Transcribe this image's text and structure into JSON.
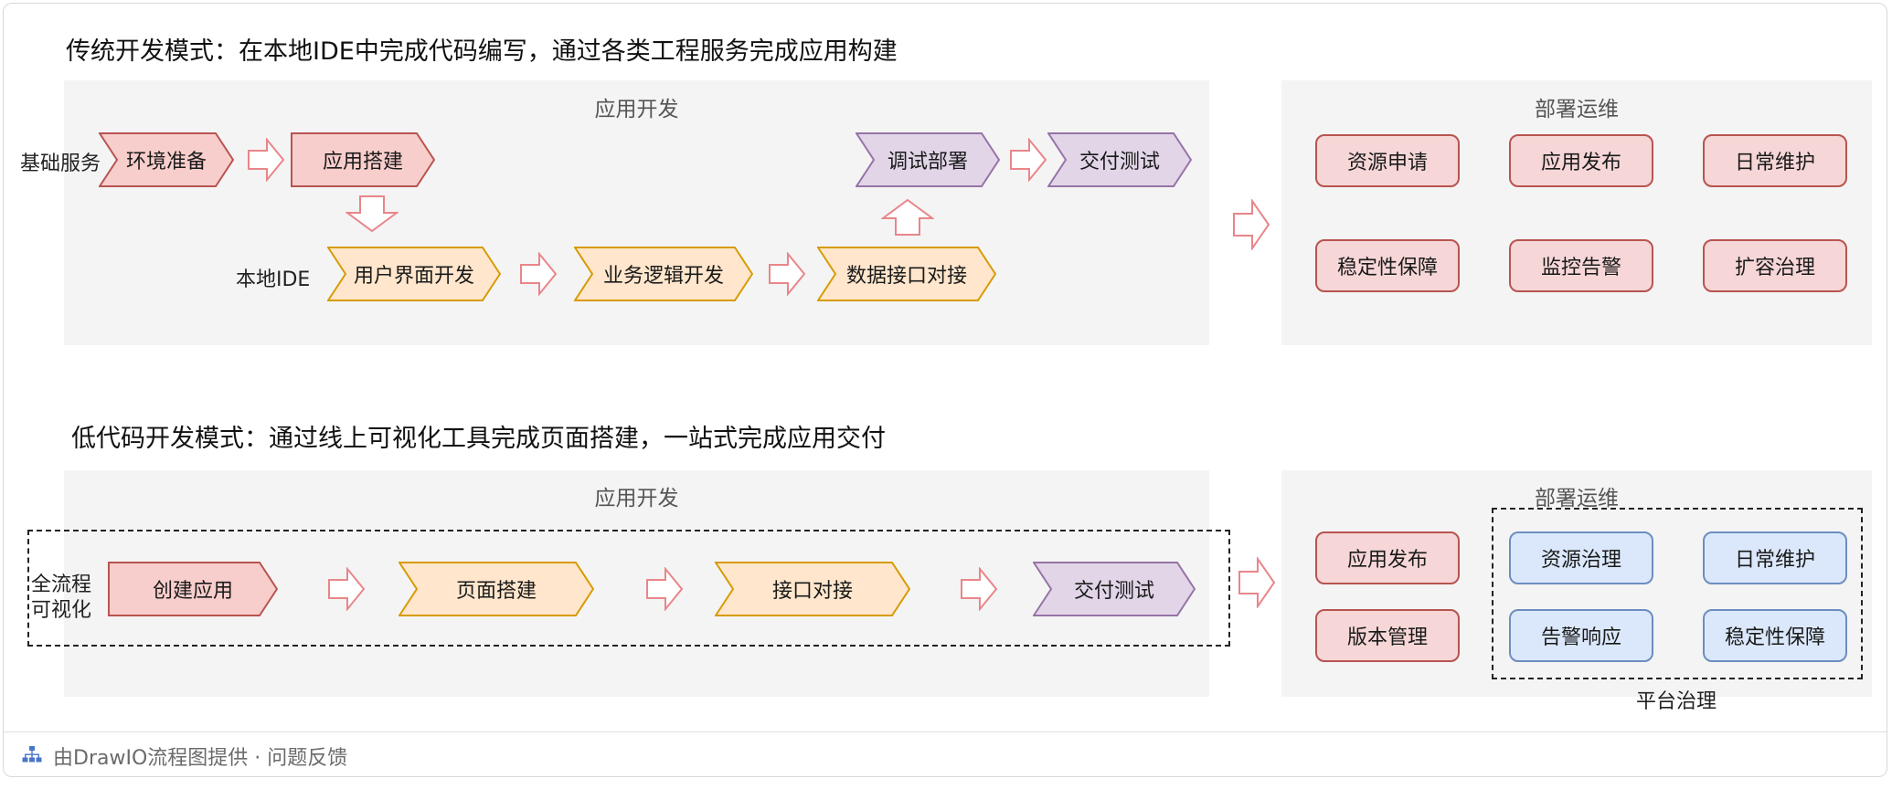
{
  "top": {
    "heading": "传统开发模式：在本地IDE中完成代码编写，通过各类工程服务完成应用构建",
    "dev_title": "应用开发",
    "ops_title": "部署运维",
    "base_label": "基础服务",
    "ide_label": "本地IDE",
    "env_prep": "环境准备",
    "app_build": "应用搭建",
    "debug_deploy": "调试部署",
    "delivery_test": "交付测试",
    "ui_dev": "用户界面开发",
    "logic_dev": "业务逻辑开发",
    "data_api": "数据接口对接",
    "ops": [
      "资源申请",
      "应用发布",
      "日常维护",
      "稳定性保障",
      "监控告警",
      "扩容治理"
    ]
  },
  "bottom": {
    "heading": "低代码开发模式：通过线上可视化工具完成页面搭建，一站式完成应用交付",
    "dev_title": "应用开发",
    "ops_title": "部署运维",
    "fullflow_label_1": "全流程",
    "fullflow_label_2": "可视化",
    "create_app": "创建应用",
    "page_build": "页面搭建",
    "api_connect": "接口对接",
    "delivery_test": "交付测试",
    "ops_left": [
      "应用发布",
      "版本管理"
    ],
    "platform": [
      "资源治理",
      "日常维护",
      "告警响应",
      "稳定性保障"
    ],
    "platform_label": "平台治理"
  },
  "footer": {
    "text": "由DrawIO流程图提供 · 问题反馈",
    "icon": "sitemap-icon"
  },
  "colors": {
    "red_fill": "#f8cecc",
    "red_stroke": "#b85450",
    "yellow_fill": "#ffe6cc",
    "yellow_stroke": "#d79b00",
    "purple_fill": "#e1d5e7",
    "purple_stroke": "#9673a6",
    "blue_fill": "#dae8fc",
    "blue_stroke": "#6c8ebf",
    "arrow_stroke": "#e8868a"
  }
}
